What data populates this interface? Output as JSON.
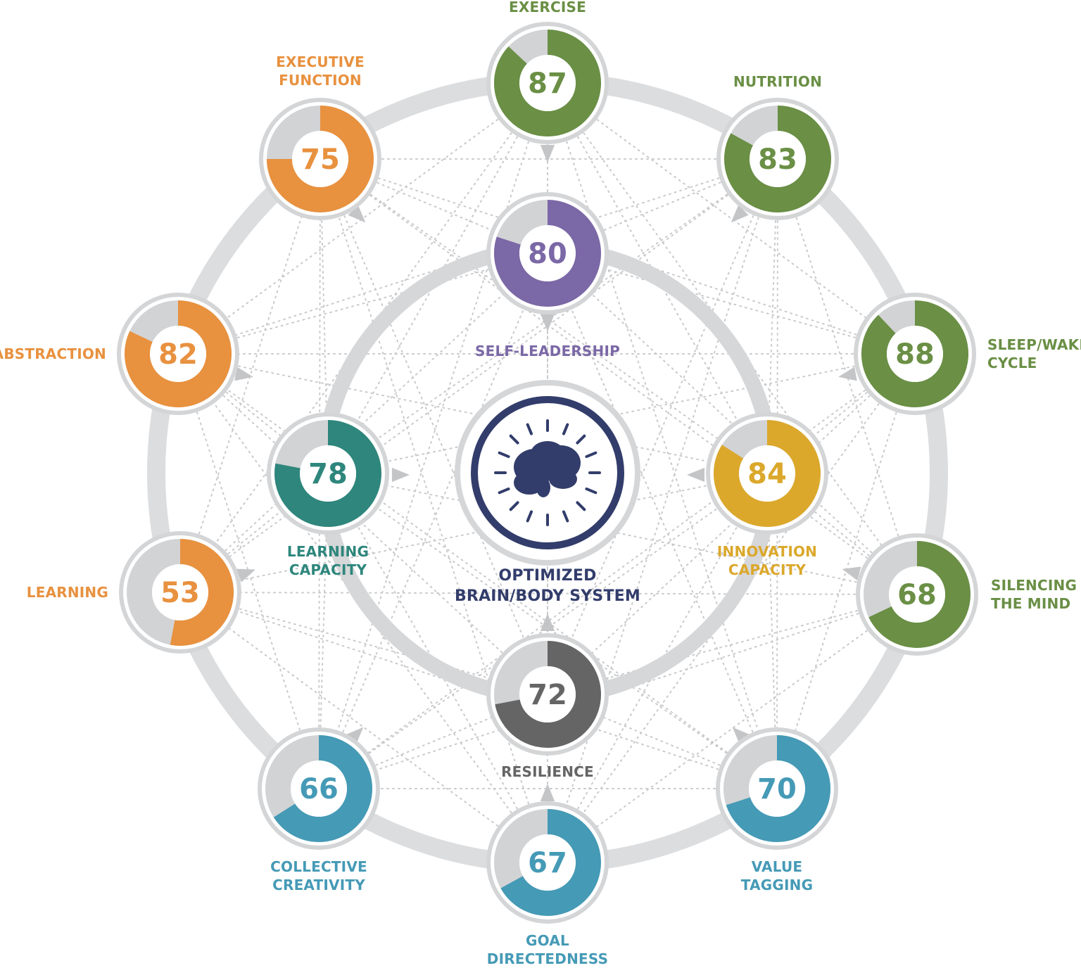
{
  "center": {
    "label": "OPTIMIZED\nBRAIN/BODY SYSTEM",
    "icon": "brain-icon",
    "color": "#323d6b"
  },
  "colors": {
    "track": "#d2d3d5",
    "ring": "#dcdddf",
    "inner_ring": "#d6d7d9",
    "grid_dots": "#c9cacc",
    "exercise_green": "#6a8f45",
    "executive_orange": "#e8913f",
    "purple": "#7b68a6",
    "teal": "#2e867c",
    "gold": "#dba82c",
    "gray": "#656565",
    "blue": "#459ab6"
  },
  "metrics": [
    {
      "id": "exercise",
      "label": "EXERCISE",
      "value": 87,
      "color": "#6a8f45"
    },
    {
      "id": "nutrition",
      "label": "NUTRITION",
      "value": 83,
      "color": "#6a8f45"
    },
    {
      "id": "sleep-wake-cycle",
      "label": "SLEEP/WAKE\nCYCLE",
      "value": 88,
      "color": "#6a8f45"
    },
    {
      "id": "silencing-the-mind",
      "label": "SILENCING\nTHE MIND",
      "value": 68,
      "color": "#6a8f45"
    },
    {
      "id": "value-tagging",
      "label": "VALUE\nTAGGING",
      "value": 70,
      "color": "#459ab6"
    },
    {
      "id": "goal-directedness",
      "label": "GOAL\nDIRECTEDNESS",
      "value": 67,
      "color": "#459ab6"
    },
    {
      "id": "collective-creativity",
      "label": "COLLECTIVE\nCREATIVITY",
      "value": 66,
      "color": "#459ab6"
    },
    {
      "id": "learning",
      "label": "LEARNING",
      "value": 53,
      "color": "#e8913f"
    },
    {
      "id": "abstraction",
      "label": "ABSTRACTION",
      "value": 82,
      "color": "#e8913f"
    },
    {
      "id": "executive-function",
      "label": "EXECUTIVE\nFUNCTION",
      "value": 75,
      "color": "#e8913f"
    },
    {
      "id": "self-leadership",
      "label": "SELF-LEADERSHIP",
      "value": 80,
      "color": "#7b68a6"
    },
    {
      "id": "innovation-capacity",
      "label": "INNOVATION\nCAPACITY",
      "value": 84,
      "color": "#dba82c"
    },
    {
      "id": "resilience",
      "label": "RESILIENCE",
      "value": 72,
      "color": "#656565"
    },
    {
      "id": "learning-capacity",
      "label": "LEARNING\nCAPACITY",
      "value": 78,
      "color": "#2e867c"
    }
  ]
}
